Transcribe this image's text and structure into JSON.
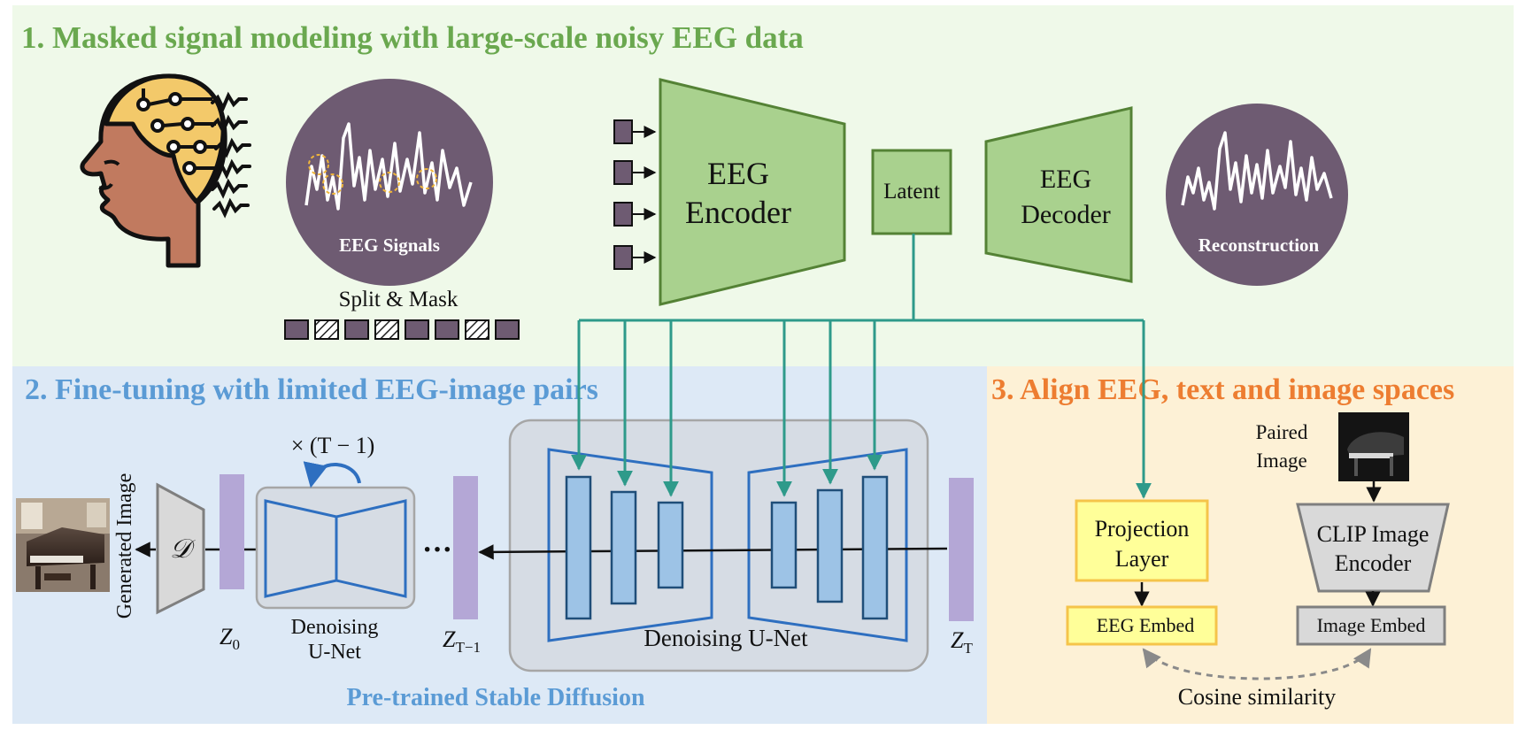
{
  "sections": {
    "s1_title": "1. Masked signal modeling with large-scale noisy EEG data",
    "s2_title": "2. Fine-tuning with limited EEG-image pairs",
    "s3_title": "3. Align EEG, text and image spaces"
  },
  "stage1": {
    "eeg_signals": "EEG Signals",
    "split_mask": "Split & Mask",
    "encoder_line1": "EEG",
    "encoder_line2": "Encoder",
    "latent": "Latent",
    "decoder_line1": "EEG",
    "decoder_line2": "Decoder",
    "reconstruction": "Reconstruction"
  },
  "stage2": {
    "generated_image": "Generated Image",
    "decoder_symbol": "𝒟",
    "z0": "Z",
    "z0_sub": "0",
    "repeat_label": "× (T − 1)",
    "denoise_small_line1": "Denoising",
    "denoise_small_line2": "U-Net",
    "ellipsis": "···",
    "zt1": "Z",
    "zt1_sub": "T−1",
    "denoise_big": "Denoising U-Net",
    "zt": "Z",
    "zt_sub": "T",
    "pretrained_sd": "Pre-trained Stable Diffusion"
  },
  "stage3": {
    "paired_line1": "Paired",
    "paired_line2": "Image",
    "clip_line1": "CLIP Image",
    "clip_line2": "Encoder",
    "proj_line1": "Projection",
    "proj_line2": "Layer",
    "eeg_embed": "EEG Embed",
    "image_embed": "Image Embed",
    "cosine": "Cosine similarity"
  },
  "colors": {
    "green_title": "#6aa84f",
    "blue_title": "#5b9bd5",
    "orange_title": "#ed7d31",
    "teal_arrow": "#2e9a8a",
    "circle_purple": "#6e5b72"
  }
}
